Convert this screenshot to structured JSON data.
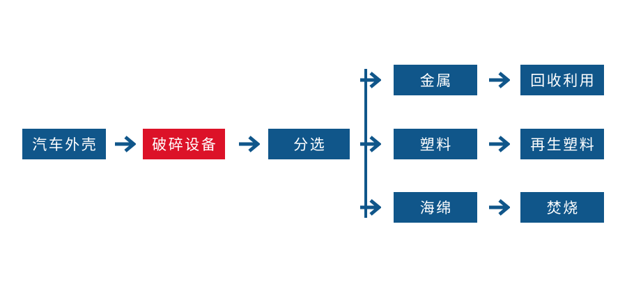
{
  "diagram": {
    "type": "flowchart",
    "title_semantic": "car-shell-recycling-process",
    "background": "#ffffff",
    "colors": {
      "node_blue": "#10568A",
      "node_highlight_red": "#DC1228",
      "connector_blue": "#10568A",
      "label_text": "#FFFFFF"
    },
    "main_flow": {
      "nodes": [
        {
          "id": "car-shell",
          "label": "汽车外壳",
          "color": "blue"
        },
        {
          "id": "crushing-equipment",
          "label": "破碎设备",
          "color": "red"
        },
        {
          "id": "sorting",
          "label": "分选",
          "color": "blue"
        }
      ]
    },
    "branches": [
      {
        "material": {
          "id": "metal",
          "label": "金属"
        },
        "outcome": {
          "id": "recycling",
          "label": "回收利用"
        }
      },
      {
        "material": {
          "id": "plastic",
          "label": "塑料"
        },
        "outcome": {
          "id": "recycled-plastic",
          "label": "再生塑料"
        }
      },
      {
        "material": {
          "id": "sponge",
          "label": "海绵"
        },
        "outcome": {
          "id": "incineration",
          "label": "焚烧"
        }
      }
    ]
  }
}
